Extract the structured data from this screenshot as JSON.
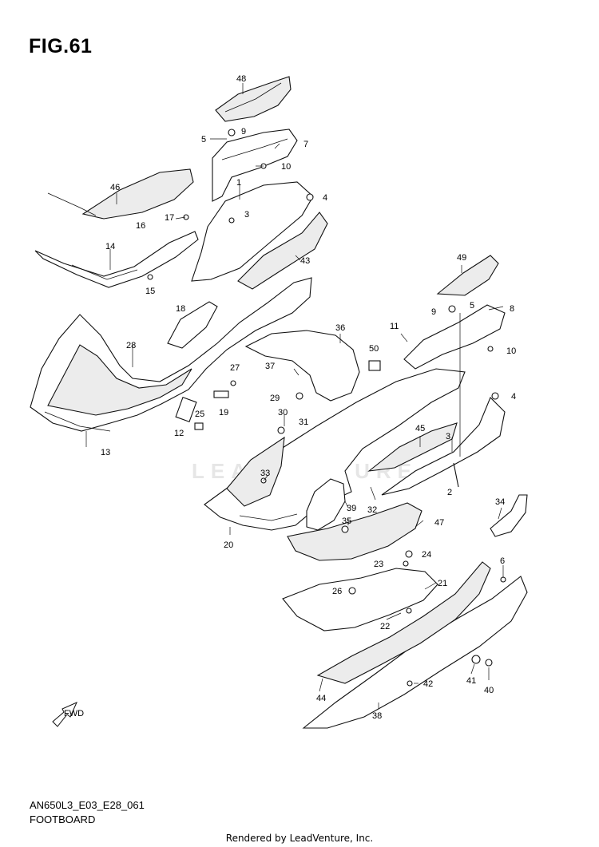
{
  "figure": {
    "title": "FIG.61",
    "model_code": "AN650L3_E03_E28_061",
    "section_name": "FOOTBOARD",
    "credit": "Rendered by LeadVenture, Inc.",
    "watermark": "LEADVENTURE",
    "direction_marker": "FWD"
  },
  "callouts": [
    "48",
    "5",
    "9",
    "7",
    "10",
    "46",
    "1",
    "4",
    "17",
    "16",
    "3",
    "14",
    "43",
    "15",
    "49",
    "9",
    "5",
    "8",
    "11",
    "10",
    "18",
    "36",
    "28",
    "50",
    "27",
    "4",
    "37",
    "29",
    "25",
    "19",
    "30",
    "31",
    "3",
    "45",
    "12",
    "13",
    "33",
    "2",
    "32",
    "34",
    "39",
    "35",
    "47",
    "20",
    "24",
    "23",
    "6",
    "21",
    "26",
    "22",
    "42",
    "41",
    "40",
    "44",
    "38"
  ]
}
